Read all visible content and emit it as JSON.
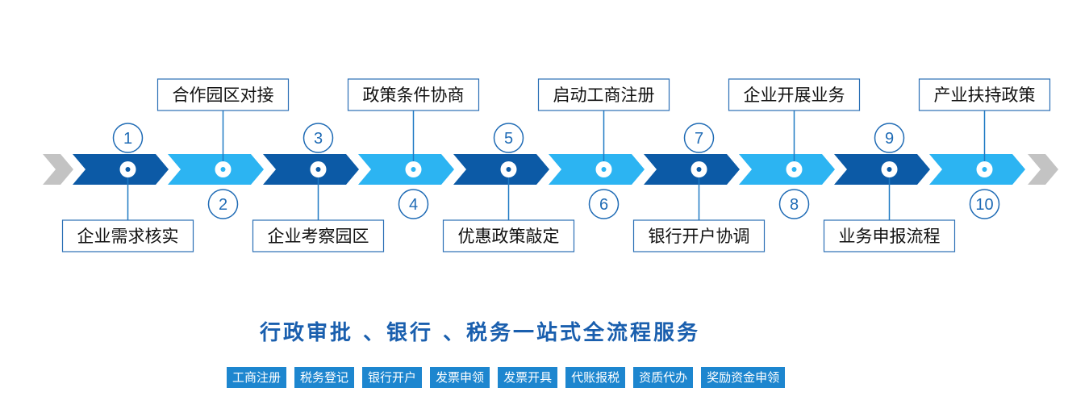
{
  "colors": {
    "dark": "#0c5aa6",
    "light": "#2cb4f2",
    "gray": "#c3c3c3",
    "number": "#1f6bb5",
    "line": "#1f7ac4",
    "box_border": "#2a6fb5"
  },
  "steps": [
    {
      "number": "1",
      "label": "企业需求核实",
      "shade": "dark"
    },
    {
      "number": "2",
      "label": "合作园区对接",
      "shade": "light"
    },
    {
      "number": "3",
      "label": "企业考察园区",
      "shade": "dark"
    },
    {
      "number": "4",
      "label": "政策条件协商",
      "shade": "light"
    },
    {
      "number": "5",
      "label": "优惠政策敲定",
      "shade": "dark"
    },
    {
      "number": "6",
      "label": "启动工商注册",
      "shade": "light"
    },
    {
      "number": "7",
      "label": "银行开户协调",
      "shade": "dark"
    },
    {
      "number": "8",
      "label": "企业开展业务",
      "shade": "light"
    },
    {
      "number": "9",
      "label": "业务申报流程",
      "shade": "dark"
    },
    {
      "number": "10",
      "label": "产业扶持政策",
      "shade": "light"
    }
  ],
  "slogan": "行政审批 、银行 、税务一站式全流程服务",
  "services": [
    "工商注册",
    "税务登记",
    "银行开户",
    "发票申领",
    "发票开具",
    "代账报税",
    "资质代办",
    "奖励资金申领"
  ]
}
